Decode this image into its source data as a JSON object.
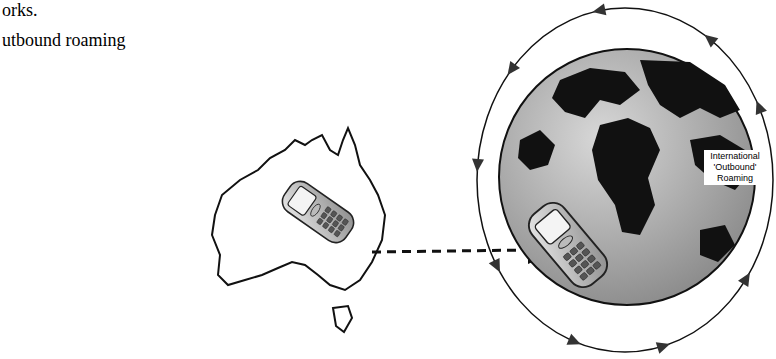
{
  "diagram": {
    "labels": [
      "orks.",
      "utbound roaming",
      "International 'Outbound' Roaming"
    ]
  }
}
